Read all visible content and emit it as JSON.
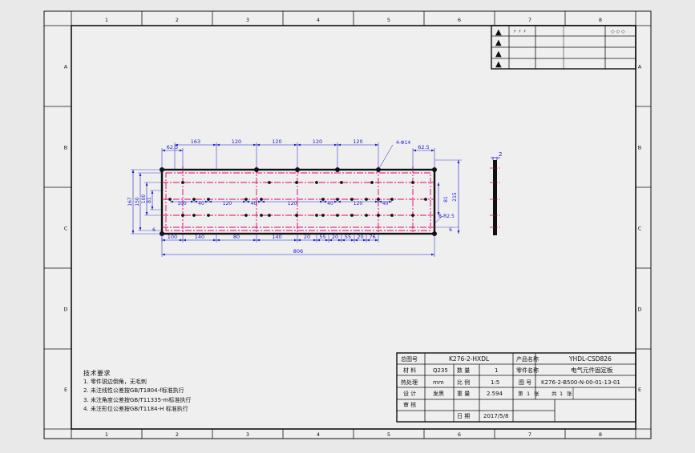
{
  "frame": {
    "zones_top": [
      "1",
      "2",
      "3",
      "4",
      "5",
      "6",
      "7",
      "8"
    ],
    "zones_side": [
      "A",
      "B",
      "C",
      "D",
      "E"
    ]
  },
  "revision_table": {
    "symbol": "▲",
    "col_texts": [
      "⚡ ⚡ ⚡",
      "◇ ◇ ◇"
    ]
  },
  "plate_dims": {
    "top": [
      "62.5",
      "163",
      "120",
      "120",
      "120",
      "120",
      "4-Φ14",
      "62.5"
    ],
    "inner": [
      "100",
      "40",
      "120",
      "40",
      "120",
      "40",
      "120",
      "40"
    ],
    "bottom": [
      "100",
      "140",
      "80",
      "140",
      "20",
      "55",
      "20",
      "55",
      "20",
      "76"
    ],
    "overall": "806",
    "left": [
      "167",
      "150",
      "100",
      "81",
      "6"
    ],
    "right": [
      "81",
      "215",
      "8-R2.5",
      "6"
    ]
  },
  "side_view": {
    "thickness": "2"
  },
  "tech_notes": {
    "title": "技术要求",
    "items": [
      "1. 零件锐边倒角，无毛刺",
      "2. 未注线性公差按GB/T1804-f标准执行",
      "3. 未注角度公差按GB/T11335-m标准执行",
      "4. 未注形位公差按GB/T1184-H 标准执行"
    ]
  },
  "title_block": {
    "labels": [
      "总图号",
      "材 料",
      "热处理",
      "设 计",
      "审 核"
    ],
    "assembly_no": "K276-2-HXDL",
    "material": "Q235",
    "unit": "mm",
    "treatment": "发黑",
    "qty_label": "数 量",
    "qty": "1",
    "ratio_label": "比 例",
    "ratio": "1:5",
    "weight_label": "重 量",
    "weight": "2.594",
    "date_label": "日 期",
    "date": "2017/5/8",
    "product_label": "产品名称",
    "product_code": "YHDL-CSD826",
    "name_label": "零件名称",
    "part_name": "电气元件固定板",
    "drawing_no_label": "图 号",
    "drawing_no": "K276-2-B500-N-00-01-13-01",
    "sheet_label": "第",
    "sheet": "1",
    "sheet_unit": "张",
    "total_label": "共",
    "total": "1",
    "total_unit": "张"
  }
}
